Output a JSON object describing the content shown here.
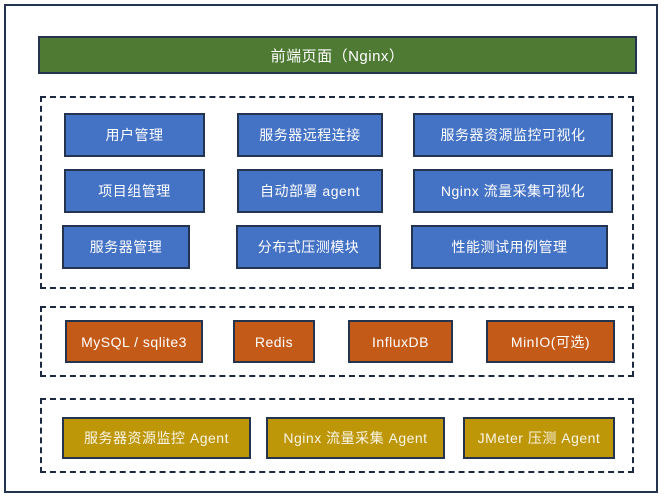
{
  "frontend": {
    "label": "前端页面（Nginx）"
  },
  "modules": {
    "items": [
      {
        "label": "用户管理"
      },
      {
        "label": "服务器远程连接"
      },
      {
        "label": "服务器资源监控可视化"
      },
      {
        "label": "项目组管理"
      },
      {
        "label": "自动部署 agent"
      },
      {
        "label": "Nginx 流量采集可视化"
      },
      {
        "label": "服务器管理"
      },
      {
        "label": "分布式压测模块"
      },
      {
        "label": "性能测试用例管理"
      }
    ]
  },
  "storage": {
    "items": [
      {
        "label": "MySQL / sqlite3"
      },
      {
        "label": "Redis"
      },
      {
        "label": "InfluxDB"
      },
      {
        "label": "MinIO(可选)"
      }
    ]
  },
  "agents": {
    "items": [
      {
        "label": "服务器资源监控 Agent"
      },
      {
        "label": "Nginx 流量采集 Agent"
      },
      {
        "label": "JMeter 压测 Agent"
      }
    ]
  },
  "colors": {
    "frontend_fill": "#4E7A33",
    "module_fill": "#4472C4",
    "storage_fill": "#C45A17",
    "agent_fill": "#BE9708",
    "outline": "#24344F",
    "dashed_outline": "#1B2840",
    "text": "#FFFFFF"
  }
}
